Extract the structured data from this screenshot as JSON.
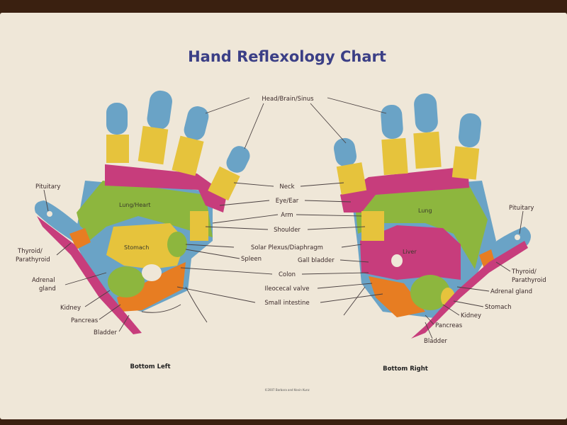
{
  "title": "Hand Reflexology Chart",
  "captions": {
    "left": "Bottom Left",
    "right": "Bottom Right"
  },
  "copyright": "©2007 Barbara and Kevin Kunz",
  "center_labels": {
    "head": "Head/Brain/Sinus",
    "neck": "Neck",
    "eye_ear": "Eye/Ear",
    "arm": "Arm",
    "shoulder": "Shoulder",
    "solar": "Solar Plexus/Diaphragm",
    "spleen": "Spleen",
    "gall": "Gall bladder",
    "colon": "Colon",
    "ileocecal": "Ileocecal valve",
    "small": "Small intestine"
  },
  "left_labels": {
    "pituitary": "Pituitary",
    "thyroid_1": "Thyroid/",
    "thyroid_2": "Parathyroid",
    "adrenal_1": "Adrenal",
    "adrenal_2": "gland",
    "kidney": "Kidney",
    "pancreas": "Pancreas",
    "bladder": "Bladder",
    "lung": "Lung/Heart",
    "stomach": "Stomach"
  },
  "right_labels": {
    "pituitary": "Pituitary",
    "thyroid_1": "Thyroid/",
    "thyroid_2": "Parathyroid",
    "adrenal": "Adrenal gland",
    "stomach": "Stomach",
    "kidney": "Kidney",
    "pancreas": "Pancreas",
    "bladder": "Bladder",
    "lung": "Lung",
    "liver": "Liver"
  },
  "colors": {
    "tip": "#6aa3c6",
    "yellow": "#e6c33c",
    "magenta": "#c73d7c",
    "green": "#8db63e",
    "orange": "#e77d22",
    "background_card": "#efe7d8"
  }
}
